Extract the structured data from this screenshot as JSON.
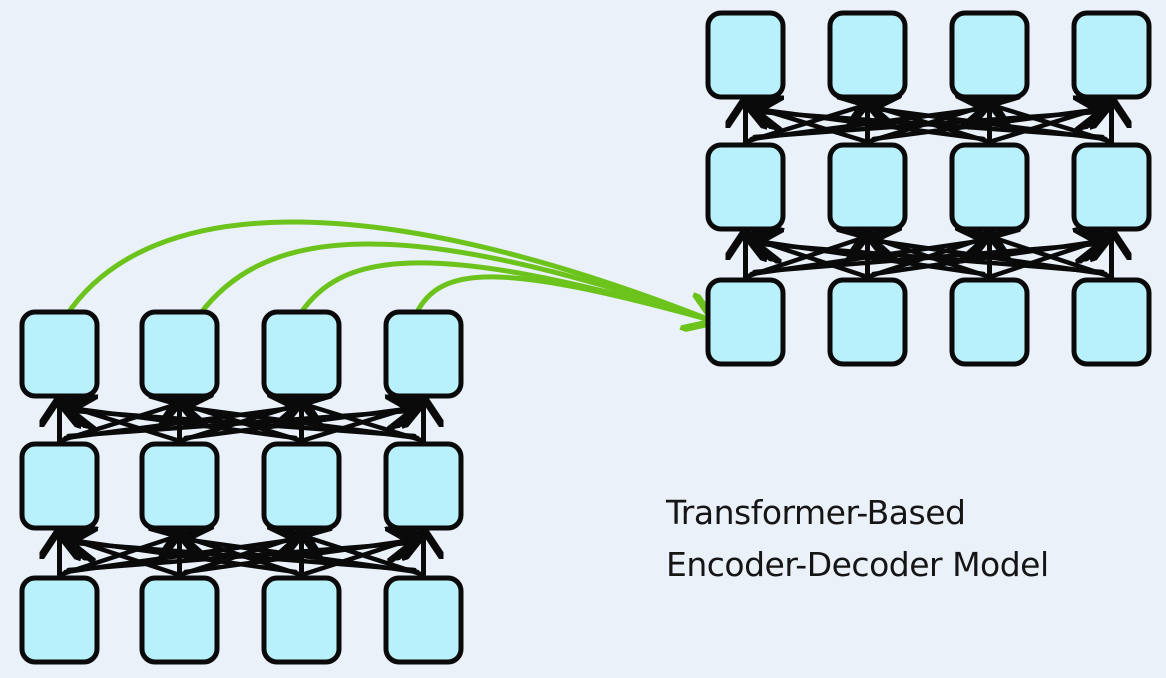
{
  "caption": {
    "line1": "Transformer-Based",
    "line2": "Encoder-Decoder Model"
  },
  "colors": {
    "background": "#eaf1f9",
    "node_fill": "#b8f0fb",
    "node_stroke": "#0a0a0a",
    "cross_attention": "#6cc31c"
  },
  "encoder": {
    "layers": 3,
    "tokens": 4
  },
  "decoder": {
    "layers": 3,
    "tokens": 4
  },
  "connections": {
    "self_attention": "all-to-all between consecutive layers",
    "cross_attention": "each top encoder node to first bottom decoder node"
  }
}
